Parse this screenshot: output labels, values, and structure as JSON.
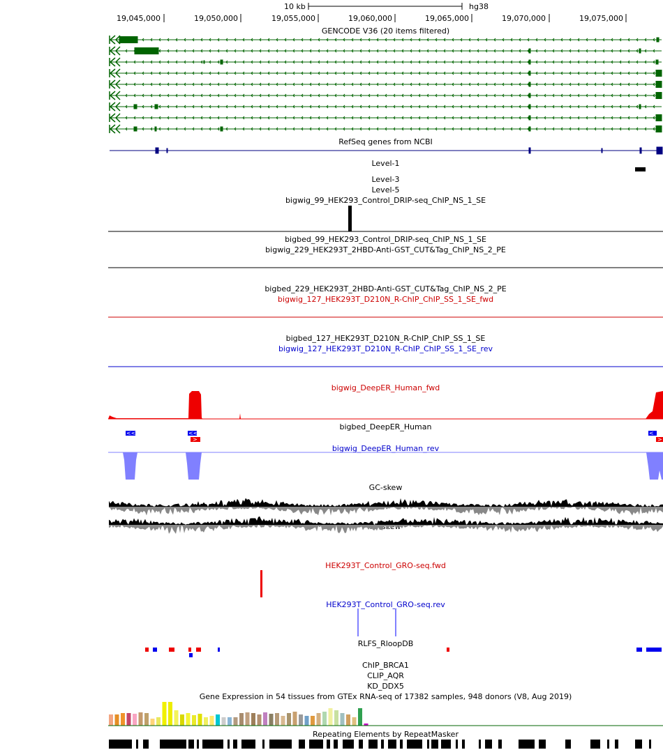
{
  "scale_bar": {
    "label": "10 kb",
    "assembly": "hg38"
  },
  "ruler": {
    "ticks": [
      "19,045,000",
      "19,050,000",
      "19,055,000",
      "19,060,000",
      "19,065,000",
      "19,070,000",
      "19,075,000"
    ]
  },
  "tracks": [
    {
      "id": "gencode",
      "label": "GENCODE V36 (20 items filtered)",
      "color": "#000000"
    },
    {
      "id": "refseq",
      "label": "RefSeq genes from NCBI",
      "color": "#000000"
    },
    {
      "id": "level1",
      "label": "Level-1",
      "color": "#000000"
    },
    {
      "id": "level3",
      "label": "Level-3",
      "color": "#000000"
    },
    {
      "id": "level5",
      "label": "Level-5",
      "color": "#000000"
    },
    {
      "id": "bw99",
      "label": "bigwig_99_HEK293_Control_DRIP-seq_ChIP_NS_1_SE",
      "color": "#000000"
    },
    {
      "id": "bb99",
      "label": "bigbed_99_HEK293_Control_DRIP-seq_ChIP_NS_1_SE",
      "color": "#000000"
    },
    {
      "id": "bw229",
      "label": "bigwig_229_HEK293T_2HBD-Anti-GST_CUT&Tag_ChIP_NS_2_PE",
      "color": "#000000"
    },
    {
      "id": "bb229",
      "label": "bigbed_229_HEK293T_2HBD-Anti-GST_CUT&Tag_ChIP_NS_2_PE",
      "color": "#000000"
    },
    {
      "id": "bw127f",
      "label": "bigwig_127_HEK293T_D210N_R-ChIP_ChIP_SS_1_SE_fwd",
      "color": "#cc0000"
    },
    {
      "id": "bb127",
      "label": "bigbed_127_HEK293T_D210N_R-ChIP_ChIP_SS_1_SE",
      "color": "#000000"
    },
    {
      "id": "bw127r",
      "label": "bigwig_127_HEK293T_D210N_R-ChIP_ChIP_SS_1_SE_rev",
      "color": "#0000cc"
    },
    {
      "id": "deeperf",
      "label": "bigwig_DeepER_Human_fwd",
      "color": "#cc0000"
    },
    {
      "id": "deeperbb",
      "label": "bigbed_DeepER_Human",
      "color": "#000000"
    },
    {
      "id": "deeperr",
      "label": "bigwig_DeepER_Human_rev",
      "color": "#0000cc"
    },
    {
      "id": "gcskew",
      "label": "GC-skew",
      "color": "#000000"
    },
    {
      "id": "atskew",
      "label": "AT-skew",
      "color": "#000000"
    },
    {
      "id": "grofwd",
      "label": "HEK293T_Control_GRO-seq.fwd",
      "color": "#cc0000"
    },
    {
      "id": "grorev",
      "label": "HEK293T_Control_GRO-seq.rev",
      "color": "#0000cc"
    },
    {
      "id": "rlfs",
      "label": "RLFS_RloopDB",
      "color": "#000000"
    },
    {
      "id": "brca1",
      "label": "ChIP_BRCA1",
      "color": "#000000"
    },
    {
      "id": "aqr",
      "label": "CLIP_AQR",
      "color": "#000000"
    },
    {
      "id": "ddx5",
      "label": "KD_DDX5",
      "color": "#000000"
    },
    {
      "id": "gtex",
      "label": "Gene Expression in 54 tissues from GTEx RNA-seq of 17382 samples, 948 donors (V8, Aug 2019)",
      "color": "#000000"
    },
    {
      "id": "rmsk",
      "label": "Repeating Elements by RepeatMasker",
      "color": "#000000"
    }
  ]
}
